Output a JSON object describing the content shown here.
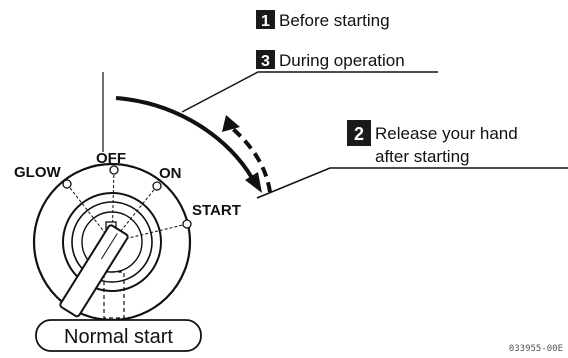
{
  "steps": [
    {
      "number": "1",
      "label": "Before starting"
    },
    {
      "number": "3",
      "label": "During operation"
    },
    {
      "number": "2",
      "label_line1": "Release your hand",
      "label_line2": "after starting"
    }
  ],
  "switch": {
    "positions": [
      "GLOW",
      "OFF",
      "ON",
      "START"
    ],
    "mode_label": "Normal start"
  },
  "figure_code": "033955-00E",
  "colors": {
    "ink": "#111111",
    "badge_fill": "#1a1a1a",
    "badge_text": "#ffffff"
  }
}
